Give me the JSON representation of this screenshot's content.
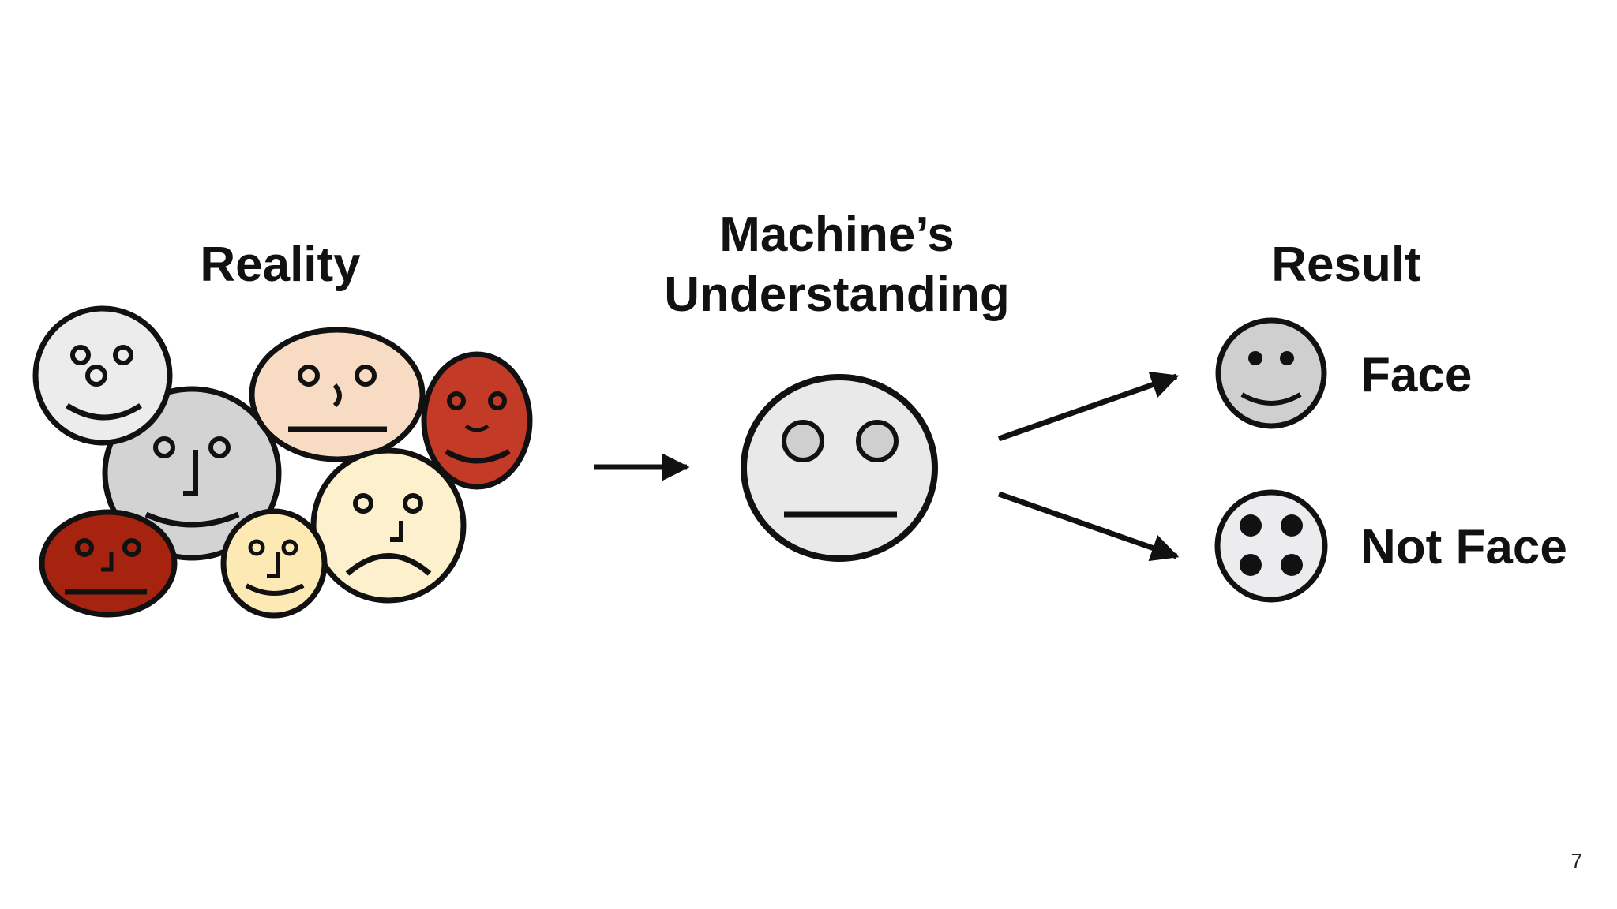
{
  "slide": {
    "page_number": "7"
  },
  "diagram": {
    "reality": {
      "title": "Reality"
    },
    "machine": {
      "title_line1": "Machine’s",
      "title_line2": "Understanding"
    },
    "result": {
      "title": "Result",
      "face_label": "Face",
      "not_face_label": "Not Face"
    }
  },
  "colors": {
    "outline": "#111111",
    "light_gray_face": "#ececec",
    "gray_face": "#d3d3d4",
    "peach_face": "#f7dcc3",
    "red_face": "#c33a26",
    "dark_red_face": "#a5230f",
    "pale_yellow_face": "#fde9b3",
    "cream_face": "#fdf0cc",
    "machine_face": "#e9e9ea",
    "machine_eye": "#cfcfd0",
    "result_face_gray": "#cfcfd0",
    "not_face_fill": "#ececee"
  }
}
